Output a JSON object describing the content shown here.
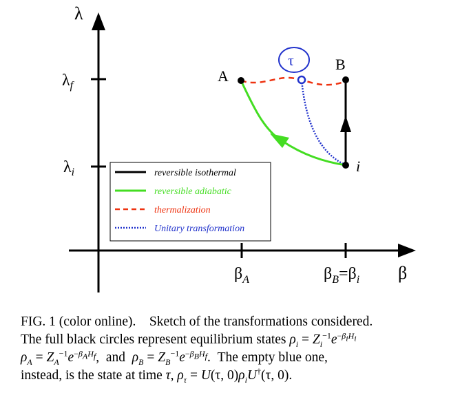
{
  "figure": {
    "axes": {
      "y_axis_label": "λ",
      "x_axis_label": "β",
      "y_tick_f": {
        "base": "λ",
        "sub": "f"
      },
      "y_tick_i": {
        "base": "λ",
        "sub": "i"
      },
      "x_tick_A": {
        "base": "β",
        "sub": "A"
      },
      "x_tick_B": {
        "base": "β",
        "sub": "B",
        "eq": "=",
        "base2": "β",
        "sub2": "i"
      }
    },
    "points": {
      "A": "A",
      "B": "B",
      "i": "i",
      "tau": "τ"
    },
    "legend": [
      {
        "label": "reversible isothermal",
        "color": "#000000",
        "style": "solid"
      },
      {
        "label": "reversible adiabatic",
        "color": "#44dd22",
        "style": "solid"
      },
      {
        "label": "thermalization",
        "color": "#ee3311",
        "style": "dashed"
      },
      {
        "label": "Unitary transformation",
        "color": "#2233cc",
        "style": "dotted"
      }
    ],
    "colors": {
      "isothermal": "#000000",
      "adiabatic": "#44dd22",
      "thermalization": "#ee3311",
      "unitary": "#2233cc",
      "tau_circle": "#2233cc"
    }
  },
  "caption": {
    "line1_a": "FIG. 1 (color online).",
    "line1_b": "Sketch of the transformations considered.",
    "line2": "The full black circles represent equilibrium states",
    "line3_and": "and",
    "line3_tail": "The empty blue one,",
    "line4_head": "instead, is the state at time",
    "math": {
      "rho": "ρ",
      "Z": "Z",
      "e": "e",
      "beta": "β",
      "H": "H",
      "tau": "τ",
      "U": "U",
      "minus_one": "−1",
      "dagger": "†",
      "sub_i": "i",
      "sub_A": "A",
      "sub_B": "B",
      "sub_f": "f",
      "eq": " = ",
      "comma": ",",
      "period": ".",
      "args": "(τ, 0)"
    }
  }
}
